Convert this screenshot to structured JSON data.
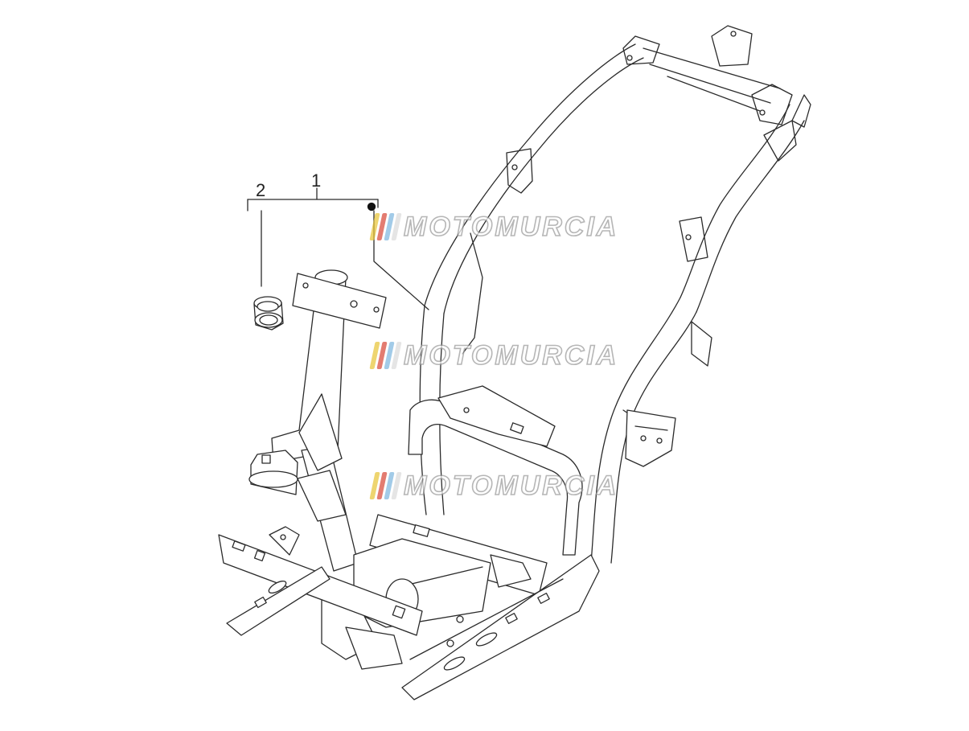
{
  "callouts": {
    "one": "1",
    "two": "2"
  },
  "watermark": {
    "text": "MOTOMURCIA",
    "stripe_colors": [
      "#e8c53a",
      "#d94b3b",
      "#7fb8e0",
      "#e0e0e0"
    ],
    "text_color": "#b0b0b0"
  },
  "colors": {
    "line": "#2b2b2b",
    "fill": "#ffffff"
  }
}
